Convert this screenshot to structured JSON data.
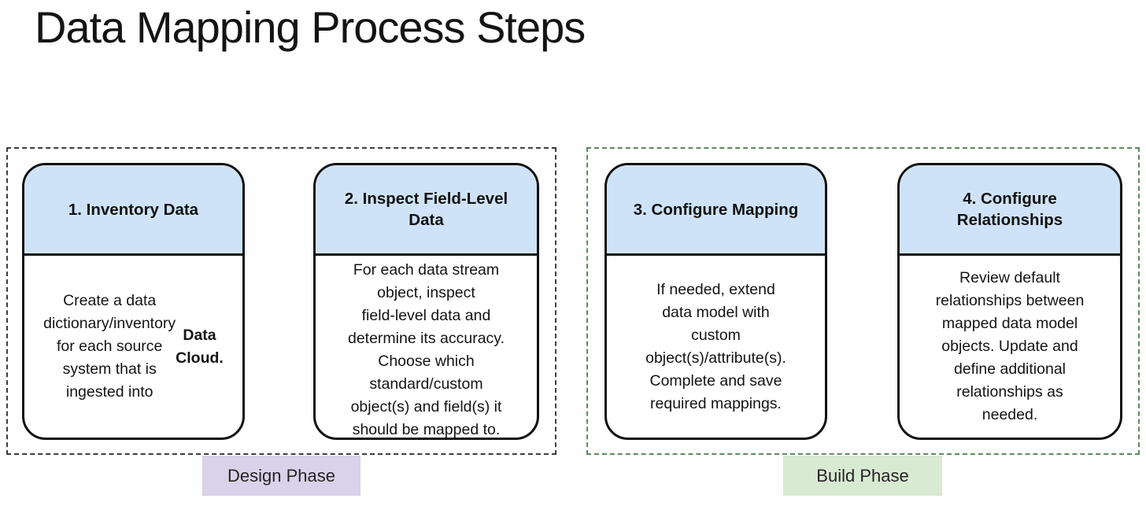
{
  "title": "Data Mapping Process Steps",
  "colors": {
    "header_blue": "#cfe3f8",
    "card_border": "#111111",
    "design_border": "#3e3e3e",
    "build_border": "#5d8a5d",
    "design_label_bg": "#d9d2e9",
    "build_label_bg": "#d9ead3"
  },
  "phases": [
    {
      "name": "Design Phase",
      "cards": [
        {
          "header": "1. Inventory Data",
          "body": "Create a data\ndictionary/inventory\nfor each source\nsystem that is\ningested into ",
          "body_bold": "Data\nCloud."
        },
        {
          "header": "2. Inspect Field-Level\nData",
          "body": "For each data stream\nobject, inspect\nfield-level data and\ndetermine its accuracy.\nChoose which\nstandard/custom\nobject(s) and field(s) it\nshould be mapped to."
        }
      ]
    },
    {
      "name": "Build Phase",
      "cards": [
        {
          "header": "3. Configure Mapping",
          "body": "If needed, extend\ndata model with\ncustom\nobject(s)/attribute(s).\nComplete and save\nrequired mappings."
        },
        {
          "header": "4. Configure\nRelationships",
          "body": "Review default\nrelationships between\nmapped data model\nobjects. Update and\ndefine additional\nrelationships as\nneeded."
        }
      ]
    }
  ]
}
